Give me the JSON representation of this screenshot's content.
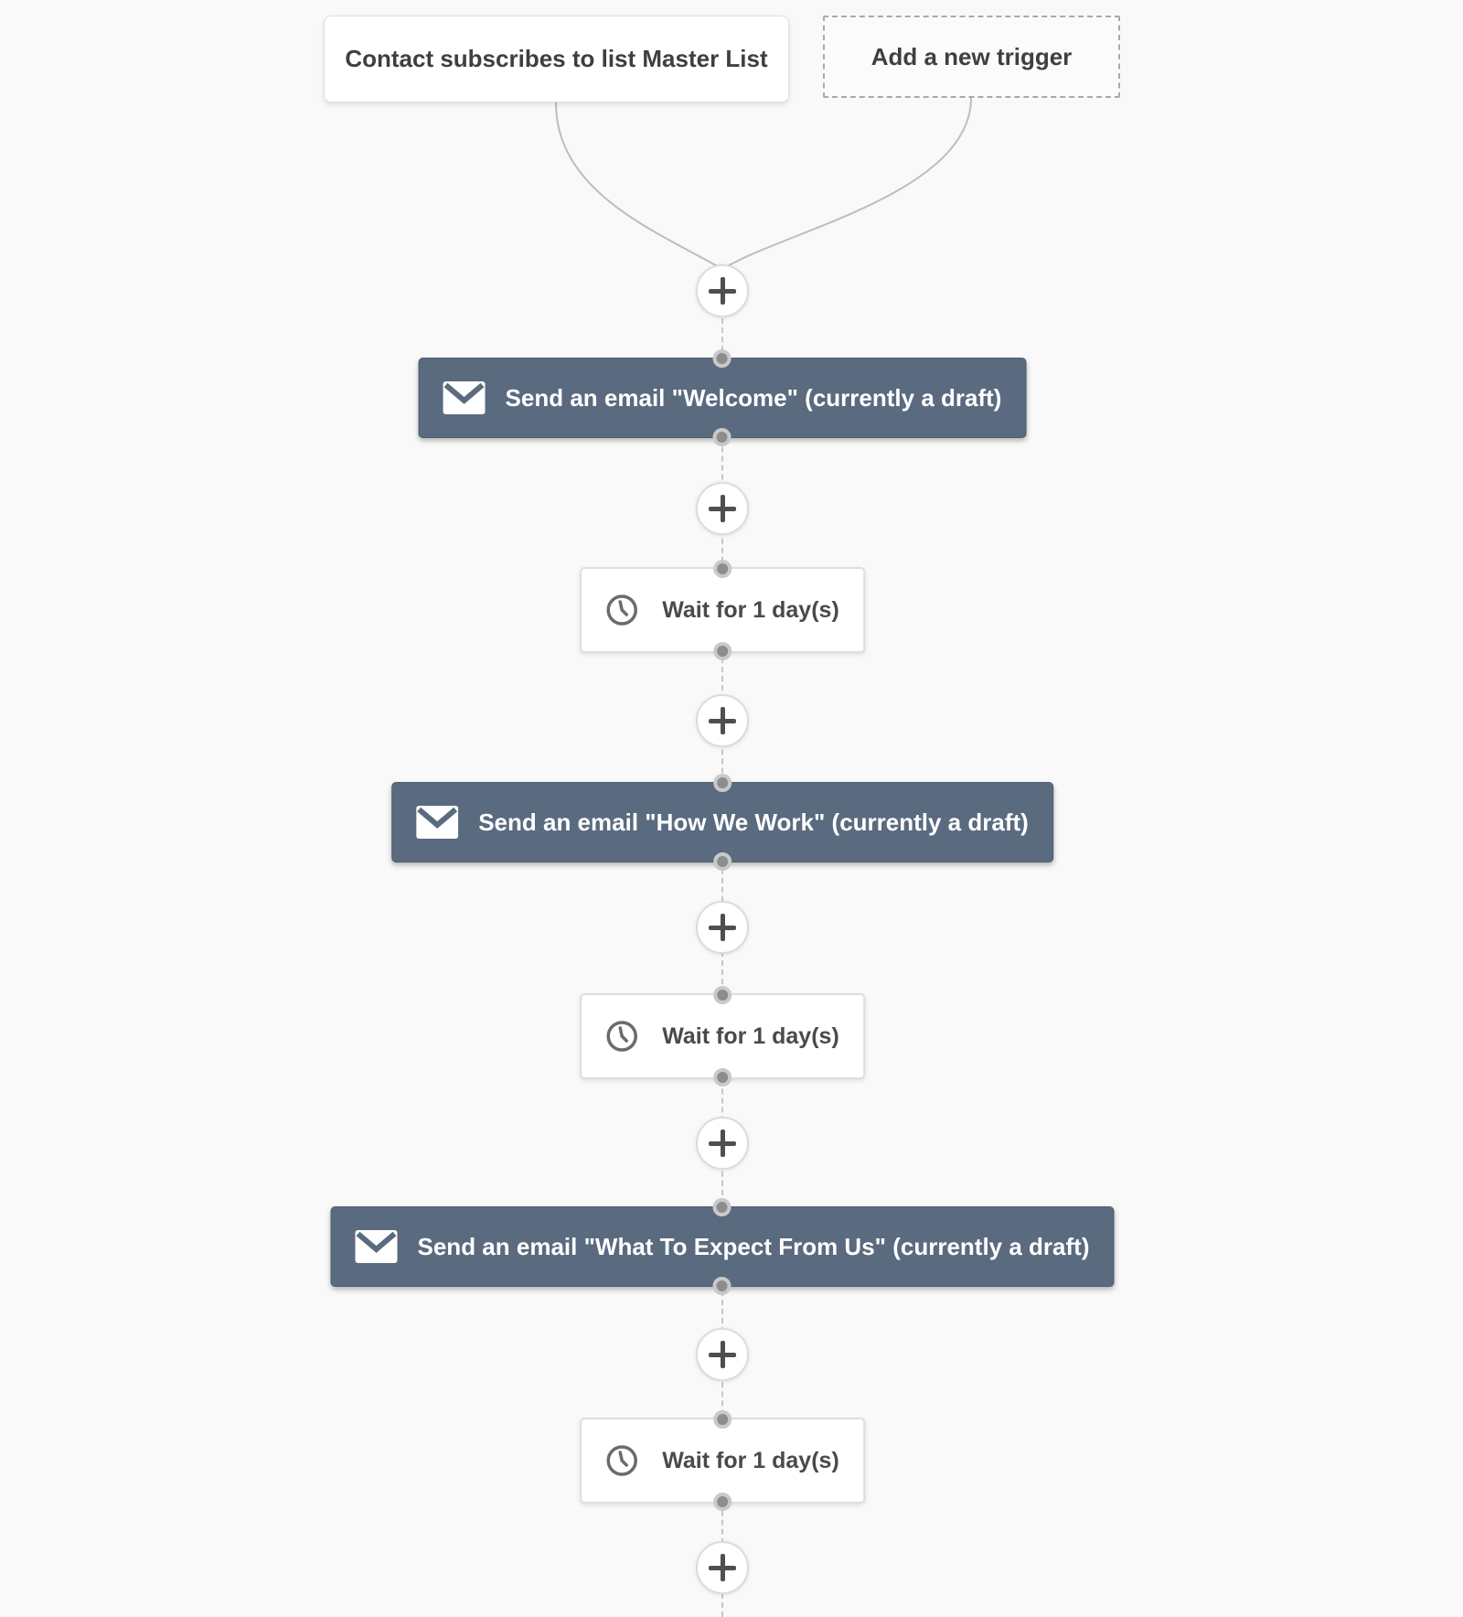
{
  "canvas": {
    "background_color": "#f9f9f9",
    "accent_color": "#5a6a7f",
    "connector_color": "#c6c6c6"
  },
  "triggers": [
    {
      "label": "Contact subscribes to list Master List",
      "style": "solid"
    },
    {
      "label": "Add a new trigger",
      "style": "dashed"
    }
  ],
  "flow": {
    "add_button": {
      "icon": "plus-icon"
    },
    "steps": [
      {
        "kind": "email",
        "icon": "envelope-icon",
        "label": "Send an email \"Welcome\" (currently a draft)"
      },
      {
        "kind": "wait",
        "icon": "clock-icon",
        "label": "Wait for 1 day(s)"
      },
      {
        "kind": "email",
        "icon": "envelope-icon",
        "label": "Send an email \"How We Work\" (currently a draft)"
      },
      {
        "kind": "wait",
        "icon": "clock-icon",
        "label": "Wait for 1 day(s)"
      },
      {
        "kind": "email",
        "icon": "envelope-icon",
        "label": "Send an email \"What To Expect From Us\" (currently a draft)"
      },
      {
        "kind": "wait",
        "icon": "clock-icon",
        "label": "Wait for 1 day(s)"
      }
    ]
  }
}
